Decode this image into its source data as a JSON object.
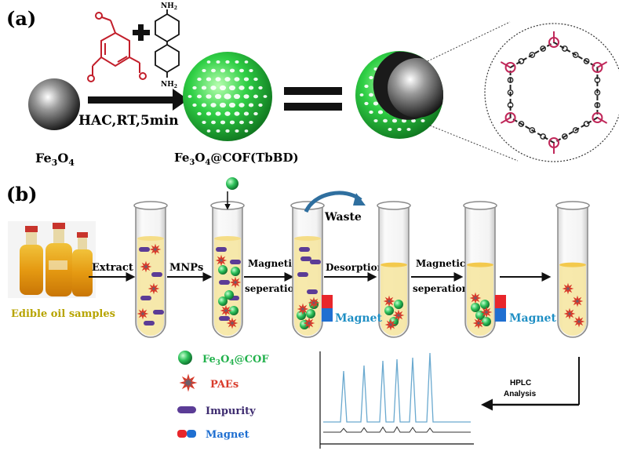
{
  "panel_a": {
    "label": "(a)",
    "amine_label": "NH",
    "amine_sub": "2",
    "condition": "HAC,RT,5min",
    "core": {
      "name": "Fe",
      "sub": "3",
      "name2": "O",
      "sub2": "4"
    },
    "product": {
      "p1": "Fe",
      "s1": "3",
      "p2": "O",
      "s2": "4",
      "p3": "@COF(TbBD)"
    }
  },
  "panel_b": {
    "label": "(b)",
    "sample_caption": "Edible oil samples",
    "steps": {
      "extract": "Extract",
      "mnps": "MNPs",
      "magnetic_1": "Magnetic",
      "seperation_1": "seperation",
      "desorption": "Desorption",
      "magnetic_2": "Magnetic",
      "seperation_2": "seperation",
      "waste": "Waste",
      "magnet_1": "Magnet",
      "magnet_2": "Magnet",
      "hplc_1": "HPLC",
      "hplc_2": "Analysis"
    },
    "legend": {
      "cof": {
        "p1": "Fe",
        "s1": "3",
        "p2": "O",
        "s2": "4",
        "p3": "@COF"
      },
      "paes": "PAEs",
      "impurity": "Impurity",
      "magnet": "Magnet"
    }
  },
  "colors": {
    "cof_green": "#22b14c",
    "paes_red": "#d93b2b",
    "impurity_purple": "#5b3c96",
    "magnet_blue": "#1f6fd1",
    "magnet_red": "#e8262b",
    "oil_yellow": "#f6e7a3",
    "caption_olive": "#b7a400",
    "framework_red": "#c0285a",
    "hplc_line": "#6aa9cf"
  },
  "chromatogram": {
    "sample_peaks": [
      0.65,
      0.72,
      0.78,
      0.8,
      0.82,
      0.88
    ],
    "blank_peaks": [
      0.12,
      0.14,
      0.16,
      0.17,
      0.15,
      0.13
    ]
  }
}
